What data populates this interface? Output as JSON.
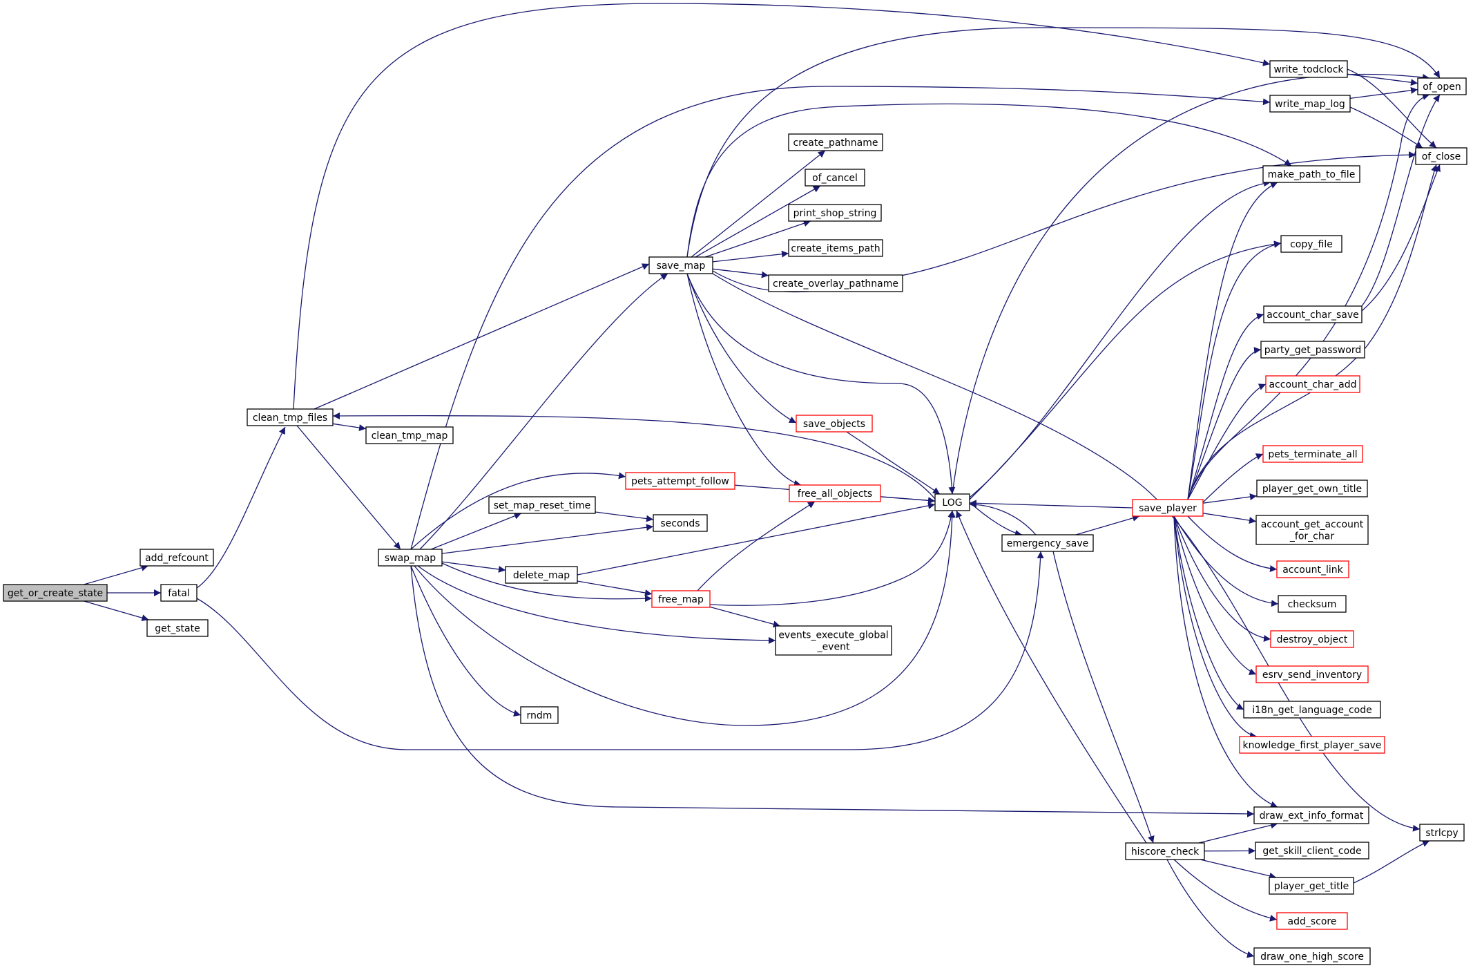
{
  "colors": {
    "edge": "#191970",
    "node_border": "#000000",
    "node_border_truncated": "#ff0000",
    "node_fill": "#ffffff",
    "node_fill_root": "#bfbfbf",
    "text": "#000000"
  },
  "nodes": [
    {
      "id": "get_or_create_state",
      "label": "get_or_create_state",
      "style": "root"
    },
    {
      "id": "add_refcount",
      "label": "add_refcount",
      "style": "normal"
    },
    {
      "id": "fatal",
      "label": "fatal",
      "style": "normal"
    },
    {
      "id": "get_state",
      "label": "get_state",
      "style": "normal"
    },
    {
      "id": "clean_tmp_files",
      "label": "clean_tmp_files",
      "style": "normal"
    },
    {
      "id": "clean_tmp_map",
      "label": "clean_tmp_map",
      "style": "normal"
    },
    {
      "id": "swap_map",
      "label": "swap_map",
      "style": "normal"
    },
    {
      "id": "save_map",
      "label": "save_map",
      "style": "normal"
    },
    {
      "id": "create_pathname",
      "label": "create_pathname",
      "style": "normal"
    },
    {
      "id": "of_cancel",
      "label": "of_cancel",
      "style": "normal"
    },
    {
      "id": "print_shop_string",
      "label": "print_shop_string",
      "style": "normal"
    },
    {
      "id": "create_items_path",
      "label": "create_items_path",
      "style": "normal"
    },
    {
      "id": "create_overlay_pathname",
      "label": "create_overlay_pathname",
      "style": "normal"
    },
    {
      "id": "save_objects",
      "label": "save_objects",
      "style": "truncated"
    },
    {
      "id": "free_all_objects",
      "label": "free_all_objects",
      "style": "truncated"
    },
    {
      "id": "pets_attempt_follow",
      "label": "pets_attempt_follow",
      "style": "truncated"
    },
    {
      "id": "set_map_reset_time",
      "label": "set_map_reset_time",
      "style": "normal"
    },
    {
      "id": "seconds",
      "label": "seconds",
      "style": "normal"
    },
    {
      "id": "delete_map",
      "label": "delete_map",
      "style": "normal"
    },
    {
      "id": "free_map",
      "label": "free_map",
      "style": "truncated"
    },
    {
      "id": "events_execute_global_event",
      "label": "events_execute_global\n_event",
      "style": "normal"
    },
    {
      "id": "rndm",
      "label": "rndm",
      "style": "normal"
    },
    {
      "id": "LOG",
      "label": "LOG",
      "style": "normal"
    },
    {
      "id": "emergency_save",
      "label": "emergency_save",
      "style": "normal"
    },
    {
      "id": "save_player",
      "label": "save_player",
      "style": "truncated"
    },
    {
      "id": "hiscore_check",
      "label": "hiscore_check",
      "style": "normal"
    },
    {
      "id": "write_todclock",
      "label": "write_todclock",
      "style": "normal"
    },
    {
      "id": "write_map_log",
      "label": "write_map_log",
      "style": "normal"
    },
    {
      "id": "make_path_to_file",
      "label": "make_path_to_file",
      "style": "normal"
    },
    {
      "id": "of_open",
      "label": "of_open",
      "style": "normal"
    },
    {
      "id": "of_close",
      "label": "of_close",
      "style": "normal"
    },
    {
      "id": "copy_file",
      "label": "copy_file",
      "style": "normal"
    },
    {
      "id": "account_char_save",
      "label": "account_char_save",
      "style": "normal"
    },
    {
      "id": "party_get_password",
      "label": "party_get_password",
      "style": "normal"
    },
    {
      "id": "account_char_add",
      "label": "account_char_add",
      "style": "truncated"
    },
    {
      "id": "pets_terminate_all",
      "label": "pets_terminate_all",
      "style": "truncated"
    },
    {
      "id": "player_get_own_title",
      "label": "player_get_own_title",
      "style": "normal"
    },
    {
      "id": "account_get_account_for_char",
      "label": "account_get_account\n_for_char",
      "style": "normal"
    },
    {
      "id": "account_link",
      "label": "account_link",
      "style": "truncated"
    },
    {
      "id": "checksum",
      "label": "checksum",
      "style": "normal"
    },
    {
      "id": "destroy_object",
      "label": "destroy_object",
      "style": "truncated"
    },
    {
      "id": "esrv_send_inventory",
      "label": "esrv_send_inventory",
      "style": "truncated"
    },
    {
      "id": "i18n_get_language_code",
      "label": "i18n_get_language_code",
      "style": "normal"
    },
    {
      "id": "knowledge_first_player_save",
      "label": "knowledge_first_player_save",
      "style": "truncated"
    },
    {
      "id": "draw_ext_info_format",
      "label": "draw_ext_info_format",
      "style": "normal"
    },
    {
      "id": "strlcpy",
      "label": "strlcpy",
      "style": "normal"
    },
    {
      "id": "get_skill_client_code",
      "label": "get_skill_client_code",
      "style": "normal"
    },
    {
      "id": "player_get_title",
      "label": "player_get_title",
      "style": "normal"
    },
    {
      "id": "add_score",
      "label": "add_score",
      "style": "truncated"
    },
    {
      "id": "draw_one_high_score",
      "label": "draw_one_high_score",
      "style": "normal"
    }
  ],
  "edges": [
    [
      "get_or_create_state",
      "add_refcount"
    ],
    [
      "get_or_create_state",
      "fatal"
    ],
    [
      "get_or_create_state",
      "get_state"
    ],
    [
      "fatal",
      "clean_tmp_files"
    ],
    [
      "fatal",
      "emergency_save"
    ],
    [
      "clean_tmp_files",
      "clean_tmp_map"
    ],
    [
      "clean_tmp_files",
      "swap_map"
    ],
    [
      "clean_tmp_files",
      "save_map"
    ],
    [
      "clean_tmp_files",
      "write_todclock"
    ],
    [
      "swap_map",
      "save_map"
    ],
    [
      "swap_map",
      "pets_attempt_follow"
    ],
    [
      "swap_map",
      "set_map_reset_time"
    ],
    [
      "swap_map",
      "seconds"
    ],
    [
      "swap_map",
      "delete_map"
    ],
    [
      "swap_map",
      "free_map"
    ],
    [
      "swap_map",
      "events_execute_global_event"
    ],
    [
      "swap_map",
      "rndm"
    ],
    [
      "swap_map",
      "LOG"
    ],
    [
      "swap_map",
      "write_map_log"
    ],
    [
      "swap_map",
      "draw_ext_info_format"
    ],
    [
      "save_map",
      "create_pathname"
    ],
    [
      "save_map",
      "of_cancel"
    ],
    [
      "save_map",
      "print_shop_string"
    ],
    [
      "save_map",
      "create_items_path"
    ],
    [
      "save_map",
      "create_overlay_pathname"
    ],
    [
      "save_map",
      "save_objects"
    ],
    [
      "save_map",
      "free_all_objects"
    ],
    [
      "save_map",
      "LOG"
    ],
    [
      "save_map",
      "of_open"
    ],
    [
      "save_map",
      "of_close"
    ],
    [
      "save_map",
      "make_path_to_file"
    ],
    [
      "save_map",
      "strlcpy"
    ],
    [
      "save_objects",
      "LOG"
    ],
    [
      "free_all_objects",
      "LOG"
    ],
    [
      "pets_attempt_follow",
      "LOG"
    ],
    [
      "set_map_reset_time",
      "seconds"
    ],
    [
      "delete_map",
      "free_map"
    ],
    [
      "delete_map",
      "LOG"
    ],
    [
      "free_map",
      "free_all_objects"
    ],
    [
      "free_map",
      "events_execute_global_event"
    ],
    [
      "free_map",
      "LOG"
    ],
    [
      "LOG",
      "clean_tmp_files"
    ],
    [
      "LOG",
      "emergency_save"
    ],
    [
      "LOG",
      "of_open"
    ],
    [
      "LOG",
      "make_path_to_file"
    ],
    [
      "LOG",
      "copy_file"
    ],
    [
      "emergency_save",
      "LOG"
    ],
    [
      "emergency_save",
      "save_player"
    ],
    [
      "emergency_save",
      "hiscore_check"
    ],
    [
      "save_player",
      "LOG"
    ],
    [
      "save_player",
      "make_path_to_file"
    ],
    [
      "save_player",
      "of_open"
    ],
    [
      "save_player",
      "of_close"
    ],
    [
      "save_player",
      "copy_file"
    ],
    [
      "save_player",
      "account_char_save"
    ],
    [
      "save_player",
      "party_get_password"
    ],
    [
      "save_player",
      "account_char_add"
    ],
    [
      "save_player",
      "pets_terminate_all"
    ],
    [
      "save_player",
      "player_get_own_title"
    ],
    [
      "save_player",
      "account_get_account_for_char"
    ],
    [
      "save_player",
      "account_link"
    ],
    [
      "save_player",
      "checksum"
    ],
    [
      "save_player",
      "destroy_object"
    ],
    [
      "save_player",
      "esrv_send_inventory"
    ],
    [
      "save_player",
      "i18n_get_language_code"
    ],
    [
      "save_player",
      "knowledge_first_player_save"
    ],
    [
      "save_player",
      "draw_ext_info_format"
    ],
    [
      "hiscore_check",
      "LOG"
    ],
    [
      "hiscore_check",
      "draw_ext_info_format"
    ],
    [
      "hiscore_check",
      "get_skill_client_code"
    ],
    [
      "hiscore_check",
      "player_get_title"
    ],
    [
      "hiscore_check",
      "add_score"
    ],
    [
      "hiscore_check",
      "draw_one_high_score"
    ],
    [
      "write_todclock",
      "of_open"
    ],
    [
      "write_todclock",
      "of_close"
    ],
    [
      "write_map_log",
      "of_open"
    ],
    [
      "write_map_log",
      "of_close"
    ],
    [
      "account_char_save",
      "of_open"
    ],
    [
      "account_char_save",
      "of_close"
    ],
    [
      "player_get_title",
      "strlcpy"
    ]
  ]
}
